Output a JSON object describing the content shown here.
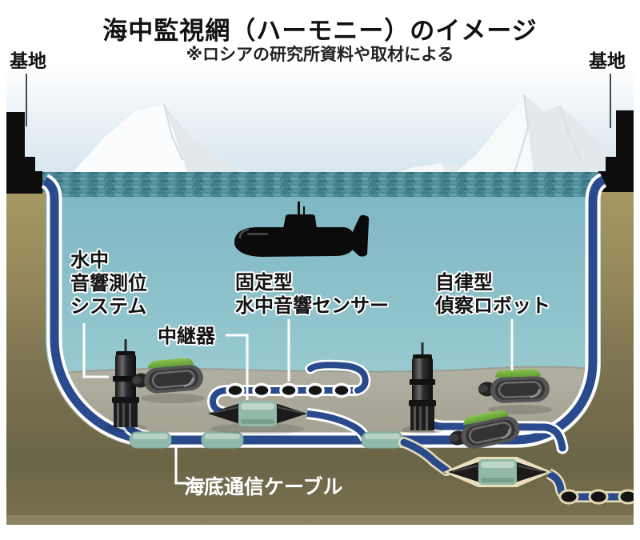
{
  "header": {
    "title": "海中監視網（ハーモニー）のイメージ",
    "subtitle": "※ロシアの研究所資料や取材による"
  },
  "labels": {
    "base_left": "基地",
    "base_right": "基地",
    "acoustic_positioning": "水中\n音響測位\nシステム",
    "repeater": "中継器",
    "fixed_sensor": "固定型\n水中音響センサー",
    "auv": "自律型\n偵察ロボット",
    "seabed_cable": "海底通信ケーブル"
  },
  "colors": {
    "cable": "#2a4a8e",
    "cable_outline": "#ffffff",
    "buried_cable_outline": "#e9dfbc",
    "sky": "#d5e5ef",
    "sea_surface": "#4d8b98",
    "water_top": "#7fb7c4",
    "water_bottom": "#a9d4d5",
    "land_top": "#a89a64",
    "land_deep": "#6b6548",
    "seabed_shelf": "#a8a699",
    "robot_green": "#76b043",
    "repeater_body": "#92b8a8",
    "base_silhouette": "#0d0d0d"
  }
}
